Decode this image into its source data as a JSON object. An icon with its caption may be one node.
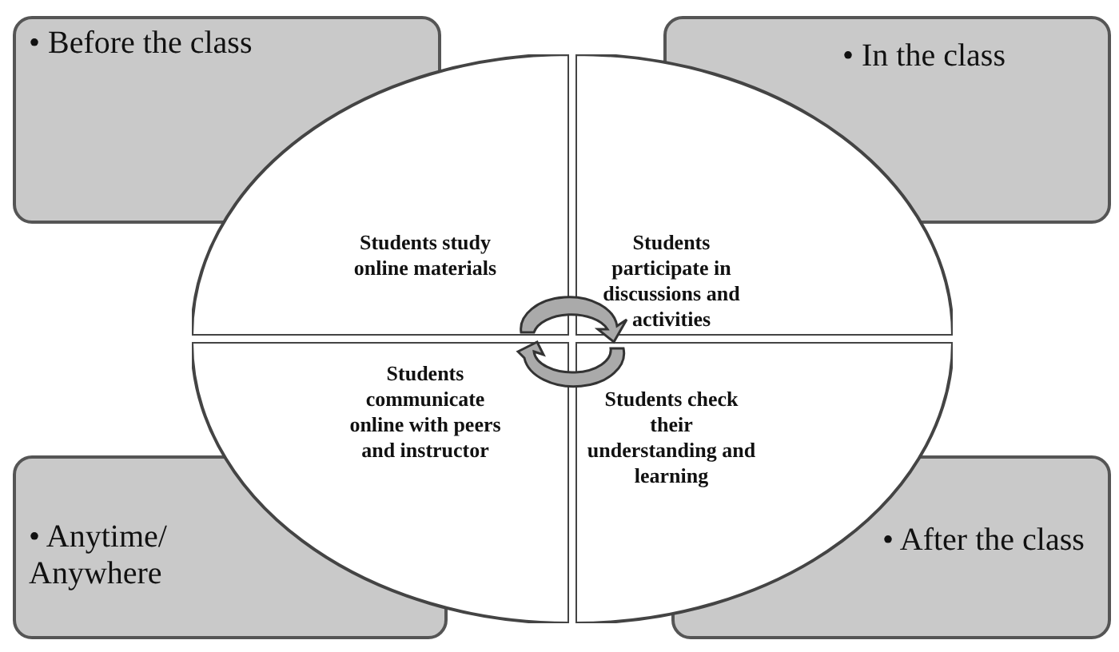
{
  "diagram": {
    "nodes": [
      {
        "text": [
          "• Before the class"
        ]
      },
      {
        "text": [
          "• In the class"
        ]
      },
      {
        "text": [
          "Students study online materials"
        ]
      },
      {
        "text": [
          "Students participate in discussions and activities"
        ]
      },
      {
        "text": [
          "Students communicate online with peers and instructor"
        ]
      },
      {
        "text": [
          "Students check their understanding and learning"
        ]
      },
      {
        "text": [
          "• Anytime/ Anywhere"
        ]
      },
      {
        "text": [
          "• After the class"
        ]
      }
    ]
  }
}
